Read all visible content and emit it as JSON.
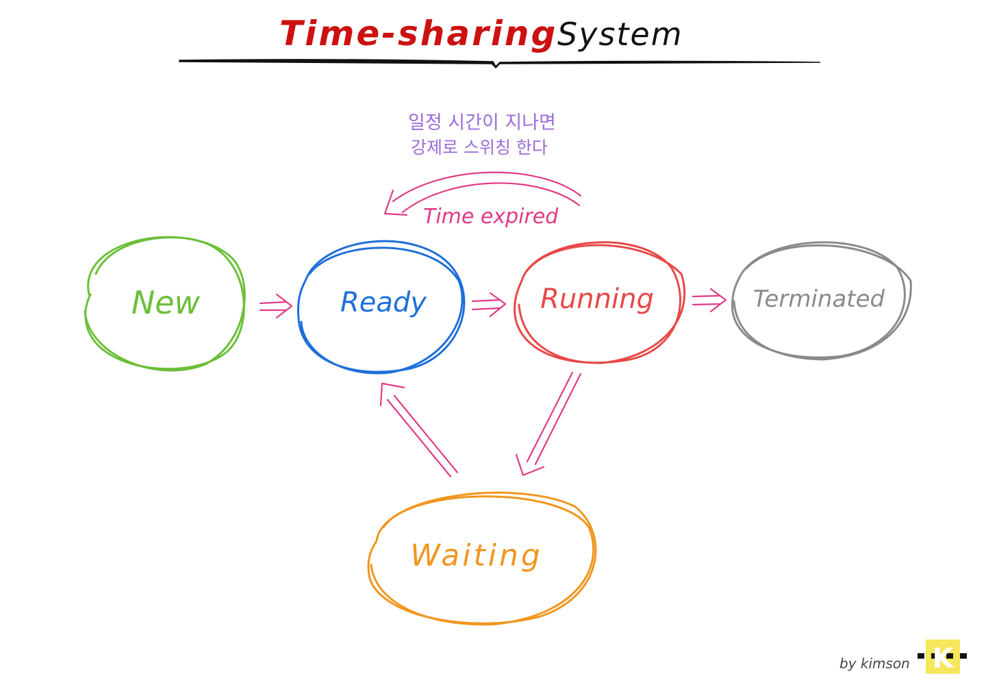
{
  "title": {
    "part1": "Time-sharing",
    "part2": "System",
    "part1_color": "#cc1111",
    "part2_color": "#111111"
  },
  "annotation": {
    "line1": "일정 시간이 지나면",
    "line2": "강제로 스위칭 한다",
    "color": "#9b6bdb"
  },
  "time_expired_label": "Time expired",
  "arrow_color": "#e03a86",
  "states": {
    "new": {
      "label": "New",
      "color": "#6cbf3a"
    },
    "ready": {
      "label": "Ready",
      "color": "#1e6fd9"
    },
    "running": {
      "label": "Running",
      "color": "#e84848"
    },
    "terminated": {
      "label": "Terminated",
      "color": "#8a8a8a"
    },
    "waiting": {
      "label": "Waiting",
      "color": "#f0961e"
    }
  },
  "footer": {
    "author": "by kimson",
    "logo_letter": "K",
    "logo_color": "#f6e65a"
  }
}
